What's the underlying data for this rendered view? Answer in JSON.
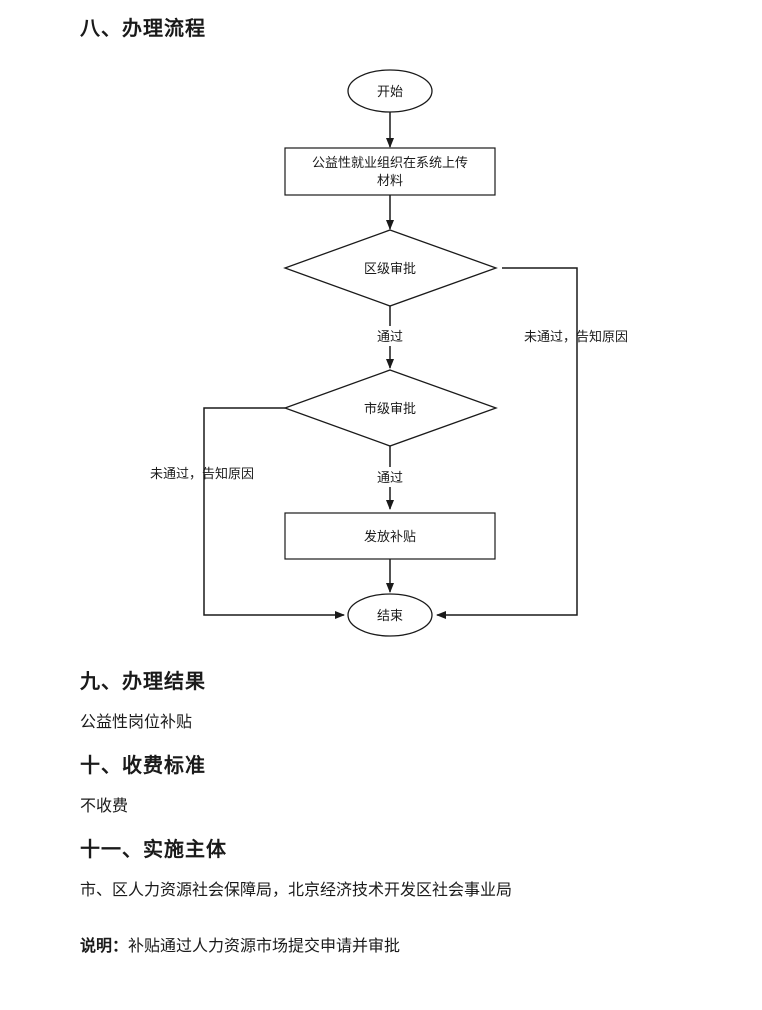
{
  "sections": {
    "process": {
      "heading": "八、办理流程"
    },
    "result": {
      "heading": "九、办理结果",
      "text": "公益性岗位补贴"
    },
    "fee": {
      "heading": "十、收费标准",
      "text": "不收费"
    },
    "agency": {
      "heading": "十一、实施主体",
      "text": "市、区人力资源社会保障局，北京经济技术开发区社会事业局"
    }
  },
  "note": {
    "label": "说明：",
    "text": "补贴通过人力资源市场提交申请并审批"
  },
  "flowchart": {
    "start": "开始",
    "upload_line1": "公益性就业组织在系统上传",
    "upload_line2": "材料",
    "district_review": "区级审批",
    "pass_1": "通过",
    "reject_right": "未通过，告知原因",
    "city_review": "市级审批",
    "reject_left": "未通过，告知原因",
    "pass_2": "通过",
    "payout": "发放补贴",
    "end": "结束"
  }
}
